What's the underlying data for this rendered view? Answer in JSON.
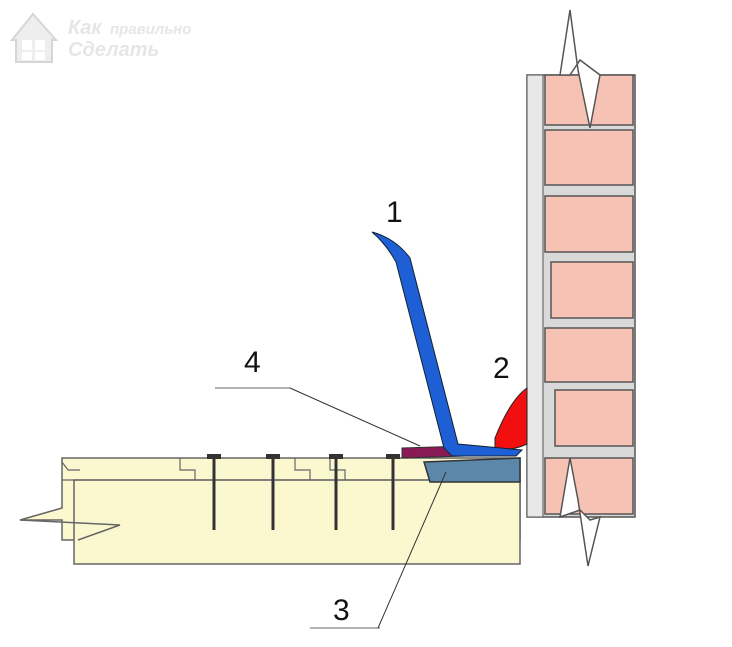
{
  "logo": {
    "line1_big": "Как",
    "line1_small": "правильно",
    "line2": "Сделать"
  },
  "callouts": [
    {
      "id": "1",
      "text": "1"
    },
    {
      "id": "2",
      "text": "2"
    },
    {
      "id": "3",
      "text": "3"
    },
    {
      "id": "4",
      "text": "4"
    }
  ],
  "colors": {
    "plinth": "#1e5fd6",
    "sealant": "#f20f0f",
    "strip": "#5b87a8",
    "underlay": "#8a1a55",
    "boards": "#fbf8d0",
    "brick": "#f6c2b4",
    "mortar": "#dcdcdc"
  }
}
